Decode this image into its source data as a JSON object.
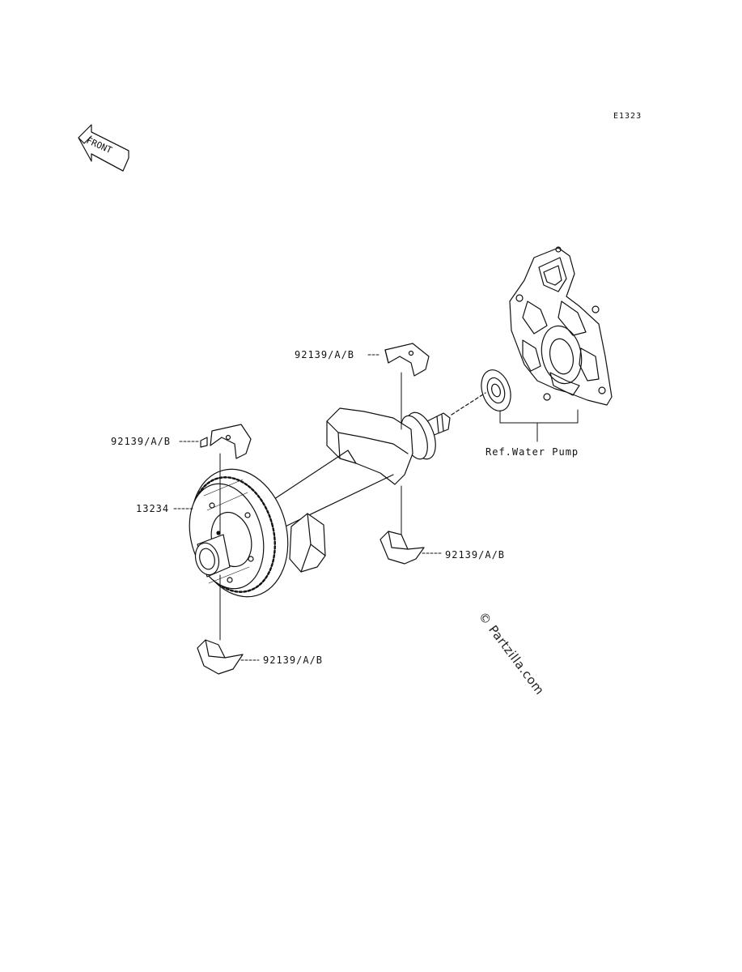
{
  "diagram_code": "E1323",
  "front_indicator": "FRONT",
  "parts": {
    "bearing_upper_right": "92139/A/B",
    "bearing_upper_left": "92139/A/B",
    "gear": "13234",
    "bearing_lower_right": "92139/A/B",
    "bearing_lower_left": "92139/A/B"
  },
  "reference": "Ref.Water Pump",
  "watermark": "© Partzilla.com",
  "colors": {
    "line": "#111111",
    "fill": "#ffffff"
  },
  "icons": [
    "front-arrow-icon"
  ]
}
